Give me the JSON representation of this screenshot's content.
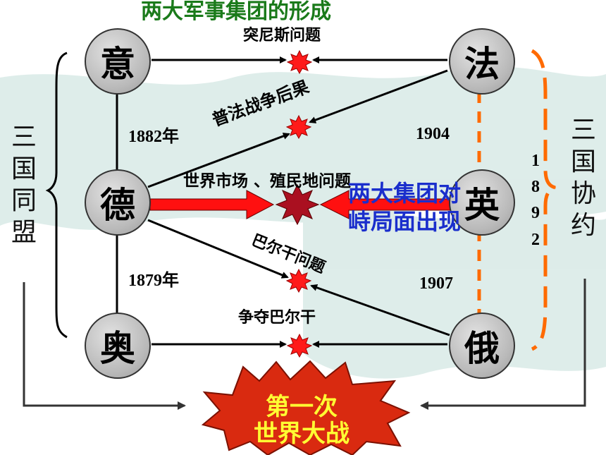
{
  "title": "两大军事集团的形成",
  "nodes": {
    "italy": "意",
    "france": "法",
    "germany": "德",
    "britain": "英",
    "austria": "奥",
    "russia": "俄"
  },
  "edge_labels": {
    "tunisia": "突尼斯问题",
    "franco_prussian": "普法战争后果",
    "world_market": "世界市场 、殖民地问题",
    "balkan_issue": "巴尔干问题",
    "balkan_contest": "争夺巴尔干"
  },
  "years": {
    "y1882": "1882年",
    "y1879": "1879年",
    "y1904": "1904",
    "y1907": "1907"
  },
  "alliances": {
    "triple_alliance": [
      "三",
      "国",
      "同",
      "盟"
    ],
    "triple_entente": [
      "三",
      "国",
      "协",
      "约"
    ],
    "year_1892": [
      "1",
      "8",
      "9",
      "2"
    ]
  },
  "center_label": [
    "两大集团对",
    "峙局面出现"
  ],
  "war": [
    "第一次",
    "世界大战"
  ],
  "colors": {
    "title": "#1a7a1a",
    "explosion": "#ff1a1a",
    "explosion_center": "#aa1020",
    "entente_bracket": "#ff6a00",
    "war_fill": "#d92a10",
    "war_text": "#ffff33",
    "center_label": "#1a2ecc"
  }
}
